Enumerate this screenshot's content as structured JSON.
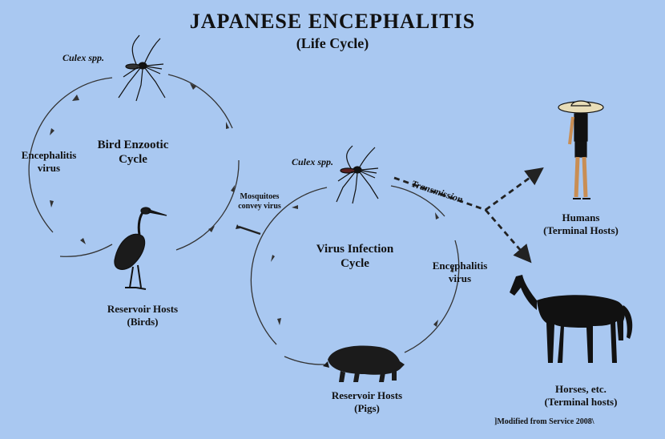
{
  "title": "JAPANESE ENCEPHALITIS",
  "subtitle": "(Life Cycle)",
  "left_cycle": {
    "vector_label": "Culex spp.",
    "cycle_label_line1": "Bird Enzootic",
    "cycle_label_line2": "Cycle",
    "virus_label_line1": "Encephalitis",
    "virus_label_line2": "virus",
    "host_label_line1": "Reservoir Hosts",
    "host_label_line2": "(Birds)"
  },
  "link": {
    "line1": "Mosquitoes",
    "line2": "convey virus"
  },
  "right_cycle": {
    "vector_label": "Culex spp.",
    "cycle_label_line1": "Virus Infection",
    "cycle_label_line2": "Cycle",
    "virus_label_line1": "Encephalitis",
    "virus_label_line2": "virus",
    "host_label_line1": "Reservoir Hosts",
    "host_label_line2": "(Pigs)"
  },
  "transmission_label": "Transmission",
  "terminal": {
    "humans_line1": "Humans",
    "humans_line2": "(Terminal Hosts)",
    "horses_line1": "Horses, etc.",
    "horses_line2": "(Terminal hosts)"
  },
  "source_note": "]Modified from Service 2008\\",
  "colors": {
    "background": "#a9c8f1",
    "ink": "#111111"
  },
  "icons": [
    "mosquito-icon",
    "heron-icon",
    "pig-icon",
    "human-icon",
    "horse-icon"
  ]
}
